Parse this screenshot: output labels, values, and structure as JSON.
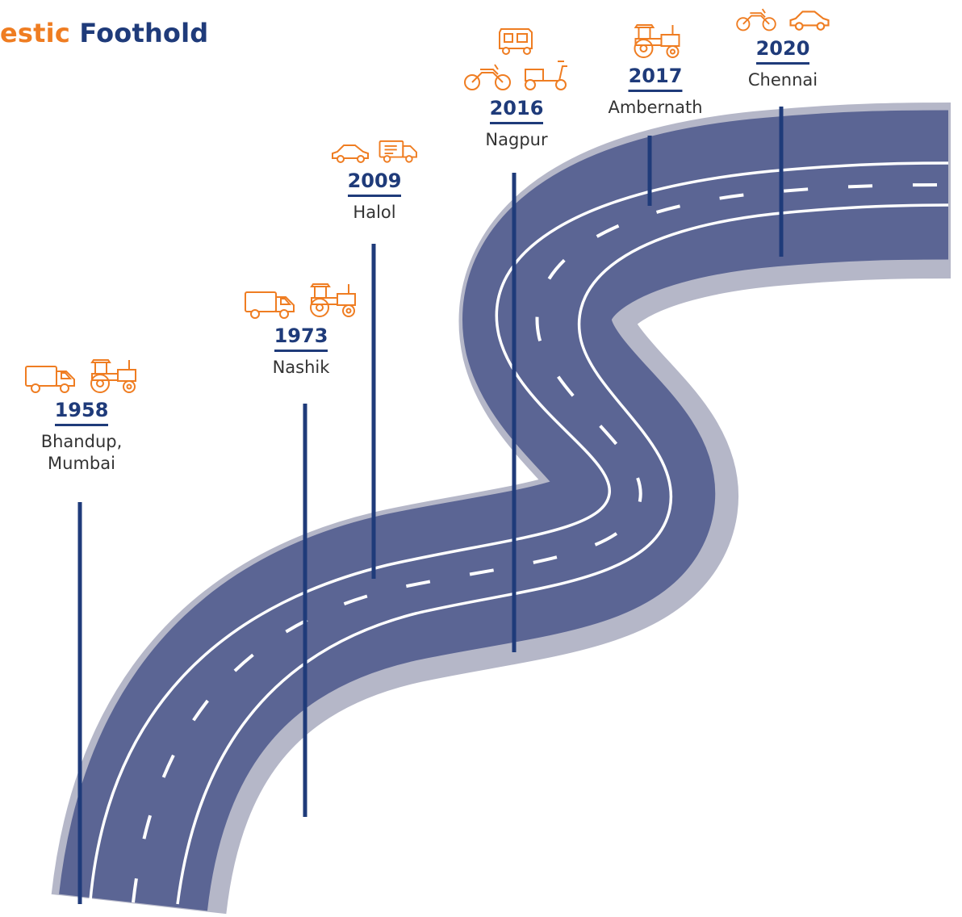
{
  "title": {
    "accent": "estic",
    "main": "Foothold"
  },
  "colors": {
    "road": "#5b6594",
    "pole": "#1f3b7a",
    "icon": "#ef7d22",
    "lane": "#ffffff"
  },
  "milestones": [
    {
      "year": "1958",
      "place_line1": "Bhandup,",
      "place_line2": "Mumbai",
      "icons": [
        [
          "truck-icon",
          "tractor-icon"
        ]
      ]
    },
    {
      "year": "1973",
      "place_line1": "Nashik",
      "place_line2": "",
      "icons": [
        [
          "truck-icon",
          "tractor-icon"
        ]
      ]
    },
    {
      "year": "2009",
      "place_line1": "Halol",
      "place_line2": "",
      "icons": [
        [
          "car-icon",
          "truck-icon"
        ]
      ]
    },
    {
      "year": "2016",
      "place_line1": "Nagpur",
      "place_line2": "",
      "icons": [
        [
          "auto-rickshaw-icon"
        ],
        [
          "motorcycle-icon",
          "scooter-icon"
        ]
      ]
    },
    {
      "year": "2017",
      "place_line1": "Ambernath",
      "place_line2": "",
      "icons": [
        [
          "tractor-icon"
        ]
      ]
    },
    {
      "year": "2020",
      "place_line1": "Chennai",
      "place_line2": "",
      "icons": [
        [
          "motorcycle-icon",
          "car-icon"
        ]
      ]
    }
  ]
}
